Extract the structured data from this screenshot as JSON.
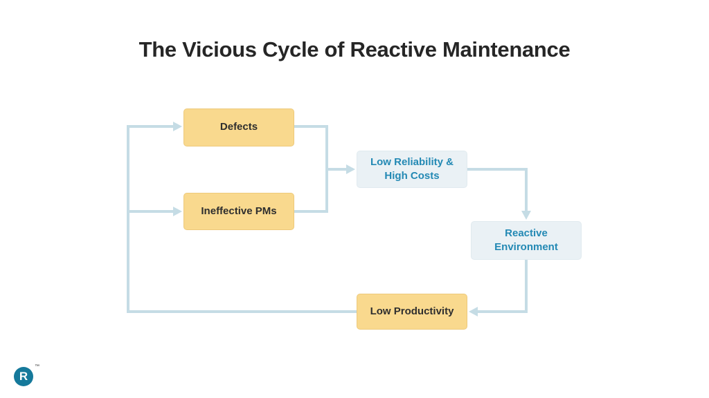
{
  "title": "The Vicious Cycle of Reactive Maintenance",
  "diagram": {
    "nodes": [
      {
        "id": "defects",
        "label": "Defects",
        "style": "yellow"
      },
      {
        "id": "ineffective-pms",
        "label": "Ineffective PMs",
        "style": "yellow"
      },
      {
        "id": "low-reliability",
        "label": "Low Reliability & High Costs",
        "style": "blue"
      },
      {
        "id": "reactive-environment",
        "label": "Reactive Environment",
        "style": "blue"
      },
      {
        "id": "low-productivity",
        "label": "Low Productivity",
        "style": "yellow"
      }
    ],
    "edges": [
      {
        "from": "defects",
        "to": "low-reliability"
      },
      {
        "from": "ineffective-pms",
        "to": "low-reliability"
      },
      {
        "from": "low-reliability",
        "to": "reactive-environment"
      },
      {
        "from": "reactive-environment",
        "to": "low-productivity"
      },
      {
        "from": "low-productivity",
        "to": "defects"
      },
      {
        "from": "low-productivity",
        "to": "ineffective-pms"
      }
    ]
  },
  "logo": {
    "letter": "R",
    "trademark": "™"
  },
  "colors": {
    "yellow_fill": "#F9D98E",
    "blue_fill": "#EAF1F5",
    "blue_text": "#2389B4",
    "connector": "#C5DCE5",
    "title_text": "#262626",
    "logo_teal": "#15799B"
  }
}
